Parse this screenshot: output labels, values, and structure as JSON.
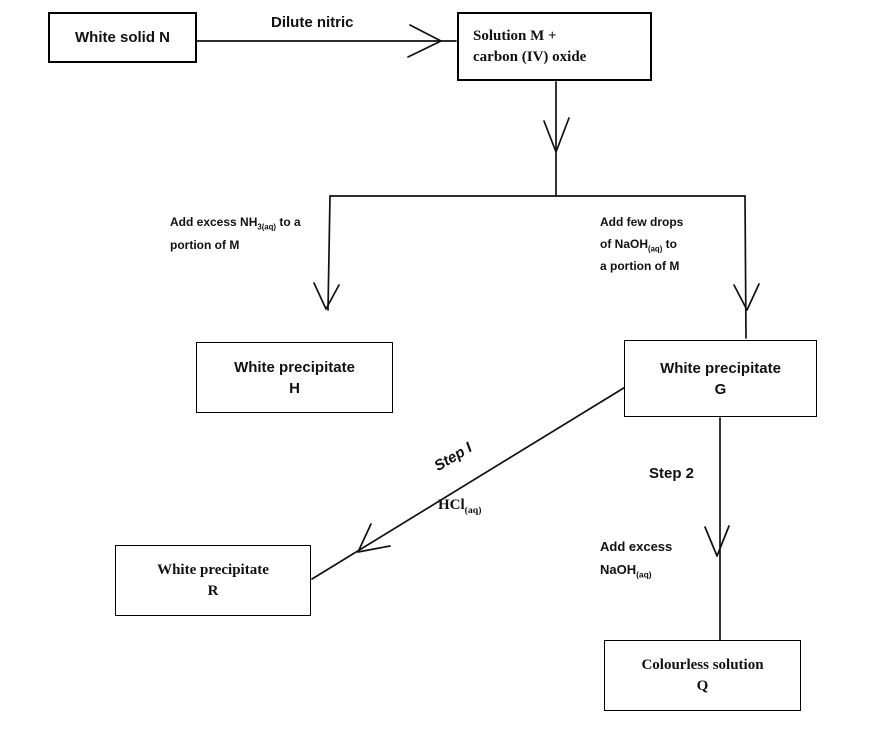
{
  "diagram": {
    "boxes": {
      "white_solid_n": {
        "text": "White solid N"
      },
      "solution_m": {
        "line1": "Solution M +",
        "line2": "carbon (IV) oxide"
      },
      "white_precipitate_h": {
        "line1": "White precipitate",
        "line2": "H"
      },
      "white_precipitate_g": {
        "line1": "White precipitate",
        "line2": "G"
      },
      "white_precipitate_r": {
        "line1": "White precipitate",
        "line2": "R"
      },
      "colourless_solution_q": {
        "line1": "Colourless solution",
        "line2": "Q"
      }
    },
    "labels": {
      "dilute_nitric": "Dilute nitric",
      "add_excess_nh3": {
        "l1_pre": "Add excess NH",
        "l1_sub": "3(aq)",
        "l1_post": " to a",
        "l2": "portion of M"
      },
      "add_few_drops": {
        "l1": "Add few drops",
        "l2_pre": "of NaOH",
        "l2_sub": "(aq)",
        "l2_post": " to",
        "l3": "a portion of M"
      },
      "step_1": "Step I",
      "hcl": {
        "pre": "HCl",
        "sub": "(aq)"
      },
      "step_2": "Step 2",
      "add_excess_naoh": {
        "l1": "Add excess",
        "l2_pre": "NaOH",
        "l2_sub": "(aq)"
      }
    },
    "colors": {
      "line": "#111111",
      "background": "#ffffff"
    }
  }
}
